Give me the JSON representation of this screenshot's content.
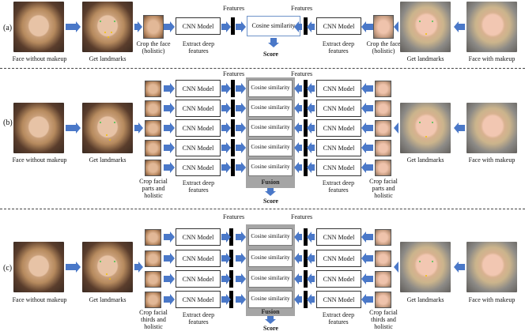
{
  "colors": {
    "arrow": "#4a78c8",
    "fusion": "#a5a5a5",
    "cos_border_a": "#6f93c9"
  },
  "panels": {
    "a": {
      "label": "(a)",
      "left_caption": "Face without makeup",
      "left_landmarks": "Get landmarks",
      "left_crop": "Crop the face (holistic)",
      "cnn_left": "CNN Model",
      "cnn_right": "CNN Model",
      "extract_left": "Extract deep features",
      "extract_right": "Extract deep features",
      "features_left": "Features",
      "features_right": "Features",
      "cosine": "Cosine similarity",
      "score": "Score",
      "right_crop": "Crop the face (holistic)",
      "right_landmarks": "Get landmarks",
      "right_caption": "Face with makeup"
    },
    "b": {
      "label": "(b)",
      "left_caption": "Face without makeup",
      "left_landmarks": "Get landmarks",
      "left_crop": "Crop facial parts and holistic",
      "cnn": [
        "CNN Model",
        "CNN Model",
        "CNN Model",
        "CNN Model",
        "CNN Model"
      ],
      "cnn_right": [
        "CNN Model",
        "CNN Model",
        "CNN Model",
        "CNN Model",
        "CNN Model"
      ],
      "cosine": [
        "Cosine similarity",
        "Cosine similarity",
        "Cosine similarity",
        "Cosine similarity",
        "Cosine similarity"
      ],
      "extract_left": "Extract deep features",
      "extract_right": "Extract deep features",
      "features_left": "Features",
      "features_right": "Features",
      "fusion": "Fusion",
      "score": "Score",
      "right_crop": "Crop facial parts and holistic",
      "right_landmarks": "Get landmarks",
      "right_caption": "Face with makeup"
    },
    "c": {
      "label": "(c)",
      "left_caption": "Face without makeup",
      "left_landmarks": "Get landmarks",
      "left_crop": "Crop facial thirds and holistic",
      "cnn": [
        "CNN Model",
        "CNN Model",
        "CNN Model",
        "CNN Model"
      ],
      "cnn_right": [
        "CNN Model",
        "CNN Model",
        "CNN Model",
        "CNN Model"
      ],
      "cosine": [
        "Cosine similarity",
        "Cosine similarity",
        "Cosine similarity",
        "Cosine similarity"
      ],
      "extract_left": "Extract deep features",
      "extract_right": "Extract deep features",
      "features_left": "Features",
      "features_right": "Features",
      "fusion": "Fusion",
      "score": "Score",
      "right_crop": "Crop facial thirds and holistic",
      "right_landmarks": "Get landmarks",
      "right_caption": "Face with makeup"
    }
  }
}
